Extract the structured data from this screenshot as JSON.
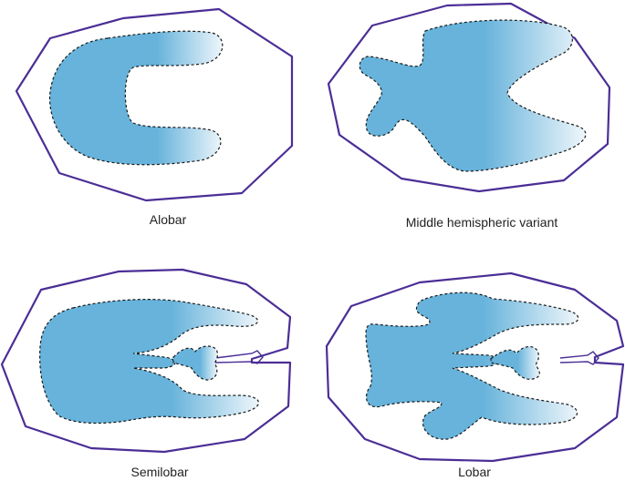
{
  "panels": [
    {
      "id": "alobar",
      "caption": "Alobar"
    },
    {
      "id": "middle",
      "caption": "Middle hemispheric variant"
    },
    {
      "id": "semilobar",
      "caption": "Semilobar"
    },
    {
      "id": "lobar",
      "caption": "Lobar"
    }
  ],
  "colors": {
    "outline": "#4b2e96",
    "fill_main": "#67b3db",
    "fill_fade": "#eef6fb",
    "dash": "#1a1a1a"
  }
}
